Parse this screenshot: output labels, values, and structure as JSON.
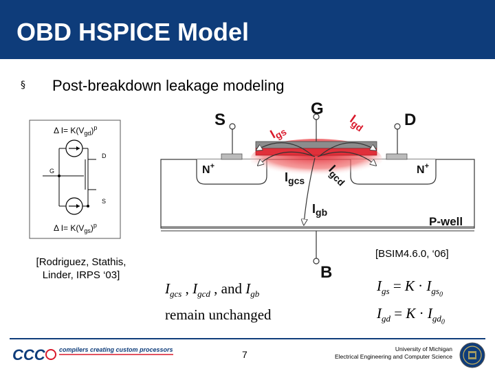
{
  "title": "OBD HSPICE Model",
  "bullet": {
    "marker": "§",
    "text": "Post-breakdown leakage modeling"
  },
  "small_diagram": {
    "eq_top": "Δ I= K(V",
    "eq_top_sub": "gd",
    "eq_top_exp": "p",
    "eq_bottom": "Δ I= K(V",
    "eq_bottom_sub": "gs",
    "eq_bottom_exp": "p",
    "label_g": "G",
    "label_d": "D",
    "label_s": "S"
  },
  "citation_left": {
    "line1": "[Rodriguez, Stathis,",
    "line2": "Linder, IRPS ‘03]"
  },
  "citation_right": "[BSIM4.6.0, ‘06]",
  "cross_section": {
    "terminal_s": "S",
    "terminal_g": "G",
    "terminal_d": "D",
    "terminal_b": "B",
    "n_plus_left": "N",
    "n_plus_right": "N",
    "n_plus_sup": "+",
    "p_well": "P-well",
    "i_gs": "I",
    "i_gs_sub": "gs",
    "i_gd": "I",
    "i_gd_sub": "gd",
    "i_gcs": "I",
    "i_gcs_sub": "gcs",
    "i_gcd": "I",
    "i_gcd_sub": "gcd",
    "i_gb": "I",
    "i_gb_sub": "gb"
  },
  "unchanged": {
    "line2": "remain unchanged"
  },
  "footer": {
    "page": "7",
    "logo_text": "CCC",
    "tagline": "compilers creating custom processors",
    "university": "University of Michigan",
    "department": "Electrical Engineering and Computer Science"
  },
  "colors": {
    "title_bar": "#0e3c7a",
    "current_red": "#d9182a",
    "gate_gray": "#8c8c8c"
  }
}
